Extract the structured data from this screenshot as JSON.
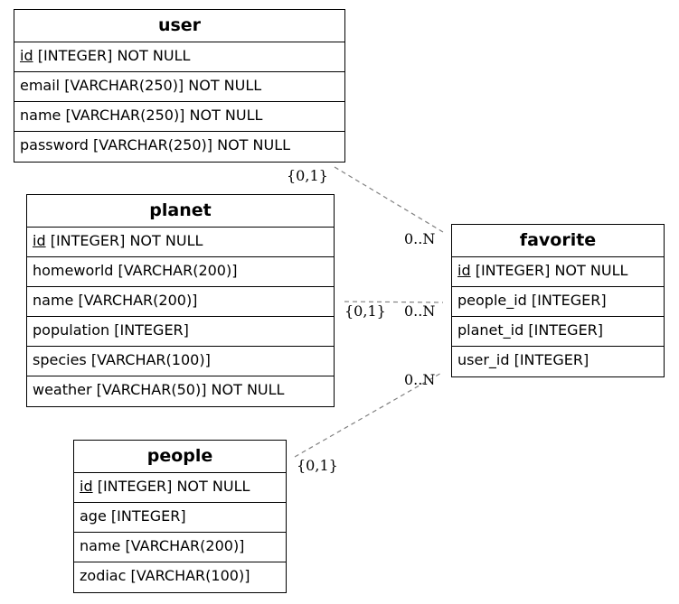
{
  "entities": {
    "user": {
      "name": "user",
      "columns": [
        {
          "key": "id",
          "rest": " [INTEGER] NOT NULL"
        },
        {
          "key": "",
          "rest": "email [VARCHAR(250)] NOT NULL"
        },
        {
          "key": "",
          "rest": "name [VARCHAR(250)] NOT NULL"
        },
        {
          "key": "",
          "rest": "password [VARCHAR(250)] NOT NULL"
        }
      ]
    },
    "planet": {
      "name": "planet",
      "columns": [
        {
          "key": "id",
          "rest": " [INTEGER] NOT NULL"
        },
        {
          "key": "",
          "rest": "homeworld [VARCHAR(200)]"
        },
        {
          "key": "",
          "rest": "name [VARCHAR(200)]"
        },
        {
          "key": "",
          "rest": "population [INTEGER]"
        },
        {
          "key": "",
          "rest": "species [VARCHAR(100)]"
        },
        {
          "key": "",
          "rest": "weather [VARCHAR(50)] NOT NULL"
        }
      ]
    },
    "people": {
      "name": "people",
      "columns": [
        {
          "key": "id",
          "rest": " [INTEGER] NOT NULL"
        },
        {
          "key": "",
          "rest": "age [INTEGER]"
        },
        {
          "key": "",
          "rest": "name [VARCHAR(200)]"
        },
        {
          "key": "",
          "rest": "zodiac [VARCHAR(100)]"
        }
      ]
    },
    "favorite": {
      "name": "favorite",
      "columns": [
        {
          "key": "id",
          "rest": " [INTEGER] NOT NULL"
        },
        {
          "key": "",
          "rest": "people_id [INTEGER]"
        },
        {
          "key": "",
          "rest": "planet_id [INTEGER]"
        },
        {
          "key": "",
          "rest": "user_id [INTEGER]"
        }
      ]
    }
  },
  "relationships": [
    {
      "from": "user",
      "to": "favorite",
      "from_card": "{0,1}",
      "to_card": "0..N"
    },
    {
      "from": "planet",
      "to": "favorite",
      "from_card": "{0,1}",
      "to_card": "0..N"
    },
    {
      "from": "people",
      "to": "favorite",
      "from_card": "{0,1}",
      "to_card": "0..N"
    }
  ],
  "colors": {
    "border": "#000000",
    "relationship_line": "#808080"
  }
}
